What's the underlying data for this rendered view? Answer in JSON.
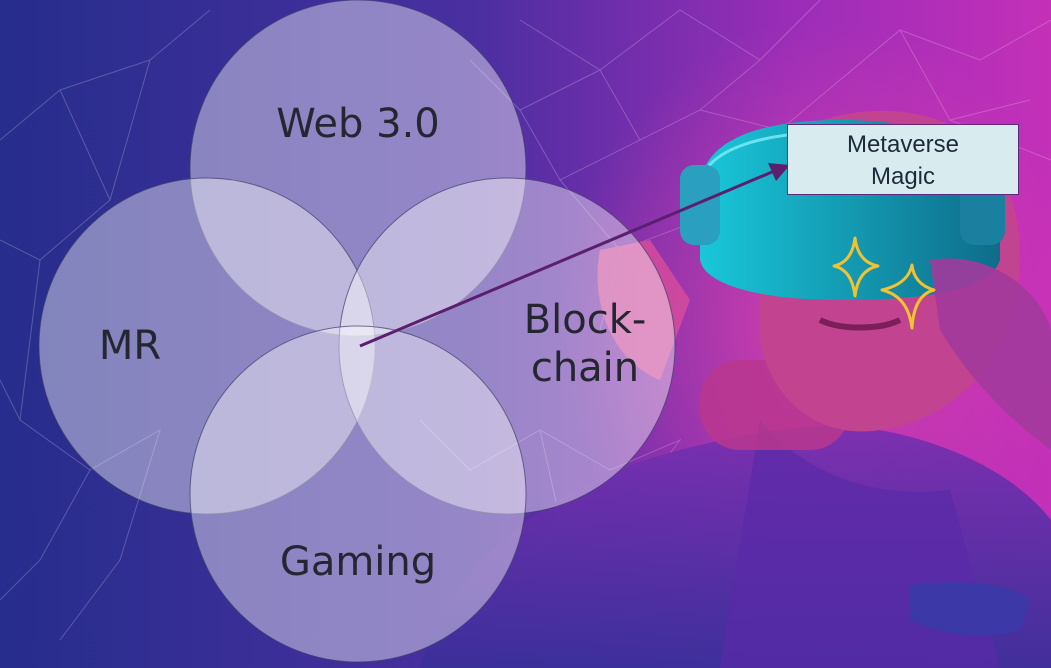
{
  "diagram": {
    "circles": [
      {
        "id": "web3",
        "label": "Web 3.0"
      },
      {
        "id": "mr",
        "label": "MR"
      },
      {
        "id": "blockchain",
        "label_line1": "Block-",
        "label_line2": "chain"
      },
      {
        "id": "gaming",
        "label": "Gaming"
      }
    ],
    "callout": {
      "line1": "Metaverse",
      "line2": "Magic"
    },
    "colors": {
      "circle_fill": "#ffffff",
      "circle_stroke": "#3a3f66",
      "arrow": "#5b1f6e",
      "sparkle": "#f2c230",
      "callout_bg": "#d8ecf0",
      "bg_left": "#27308f",
      "bg_right": "#b42fbf"
    }
  },
  "background": {
    "subject": "person wearing VR headset",
    "decoration": "network-mesh-lines"
  }
}
